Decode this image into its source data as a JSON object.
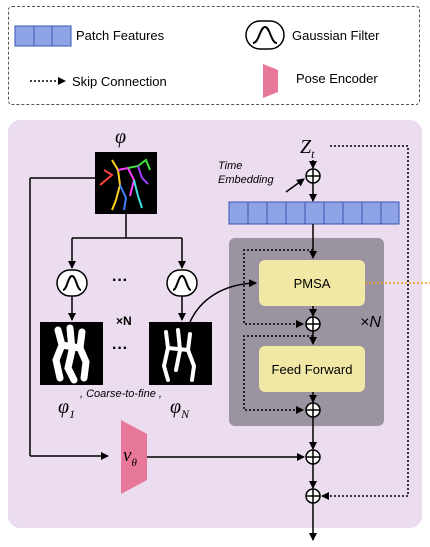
{
  "legend": {
    "patch_features": "Patch Features",
    "gaussian_filter": "Gaussian Filter",
    "skip_connection": "Skip Connection",
    "pose_encoder": "Pose Encoder"
  },
  "diagram": {
    "phi": "φ",
    "zt_main": "Z",
    "zt_sub": "t",
    "time_embedding_line1": "Time",
    "time_embedding_line2": "Embedding",
    "dots": "···",
    "times_n_left": "×N",
    "times_n_right": "×N",
    "pmsa": "PMSA",
    "feed_forward": "Feed Forward",
    "coarse_to_fine": ", Coarse-to-fine ,",
    "phi_1_main": "φ",
    "phi_1_sub": "1",
    "phi_n_main": "φ",
    "phi_n_sub": "N",
    "v_main": "v",
    "v_sub": "θ"
  },
  "colors": {
    "patch_fill": "#8fa4e6",
    "pose_encoder": "#e8789a",
    "panel_bg": "#ebdcef",
    "block_bg": "#9b939f",
    "yellow_block": "#f0e8a4",
    "orange_dotted": "#f0a020"
  }
}
